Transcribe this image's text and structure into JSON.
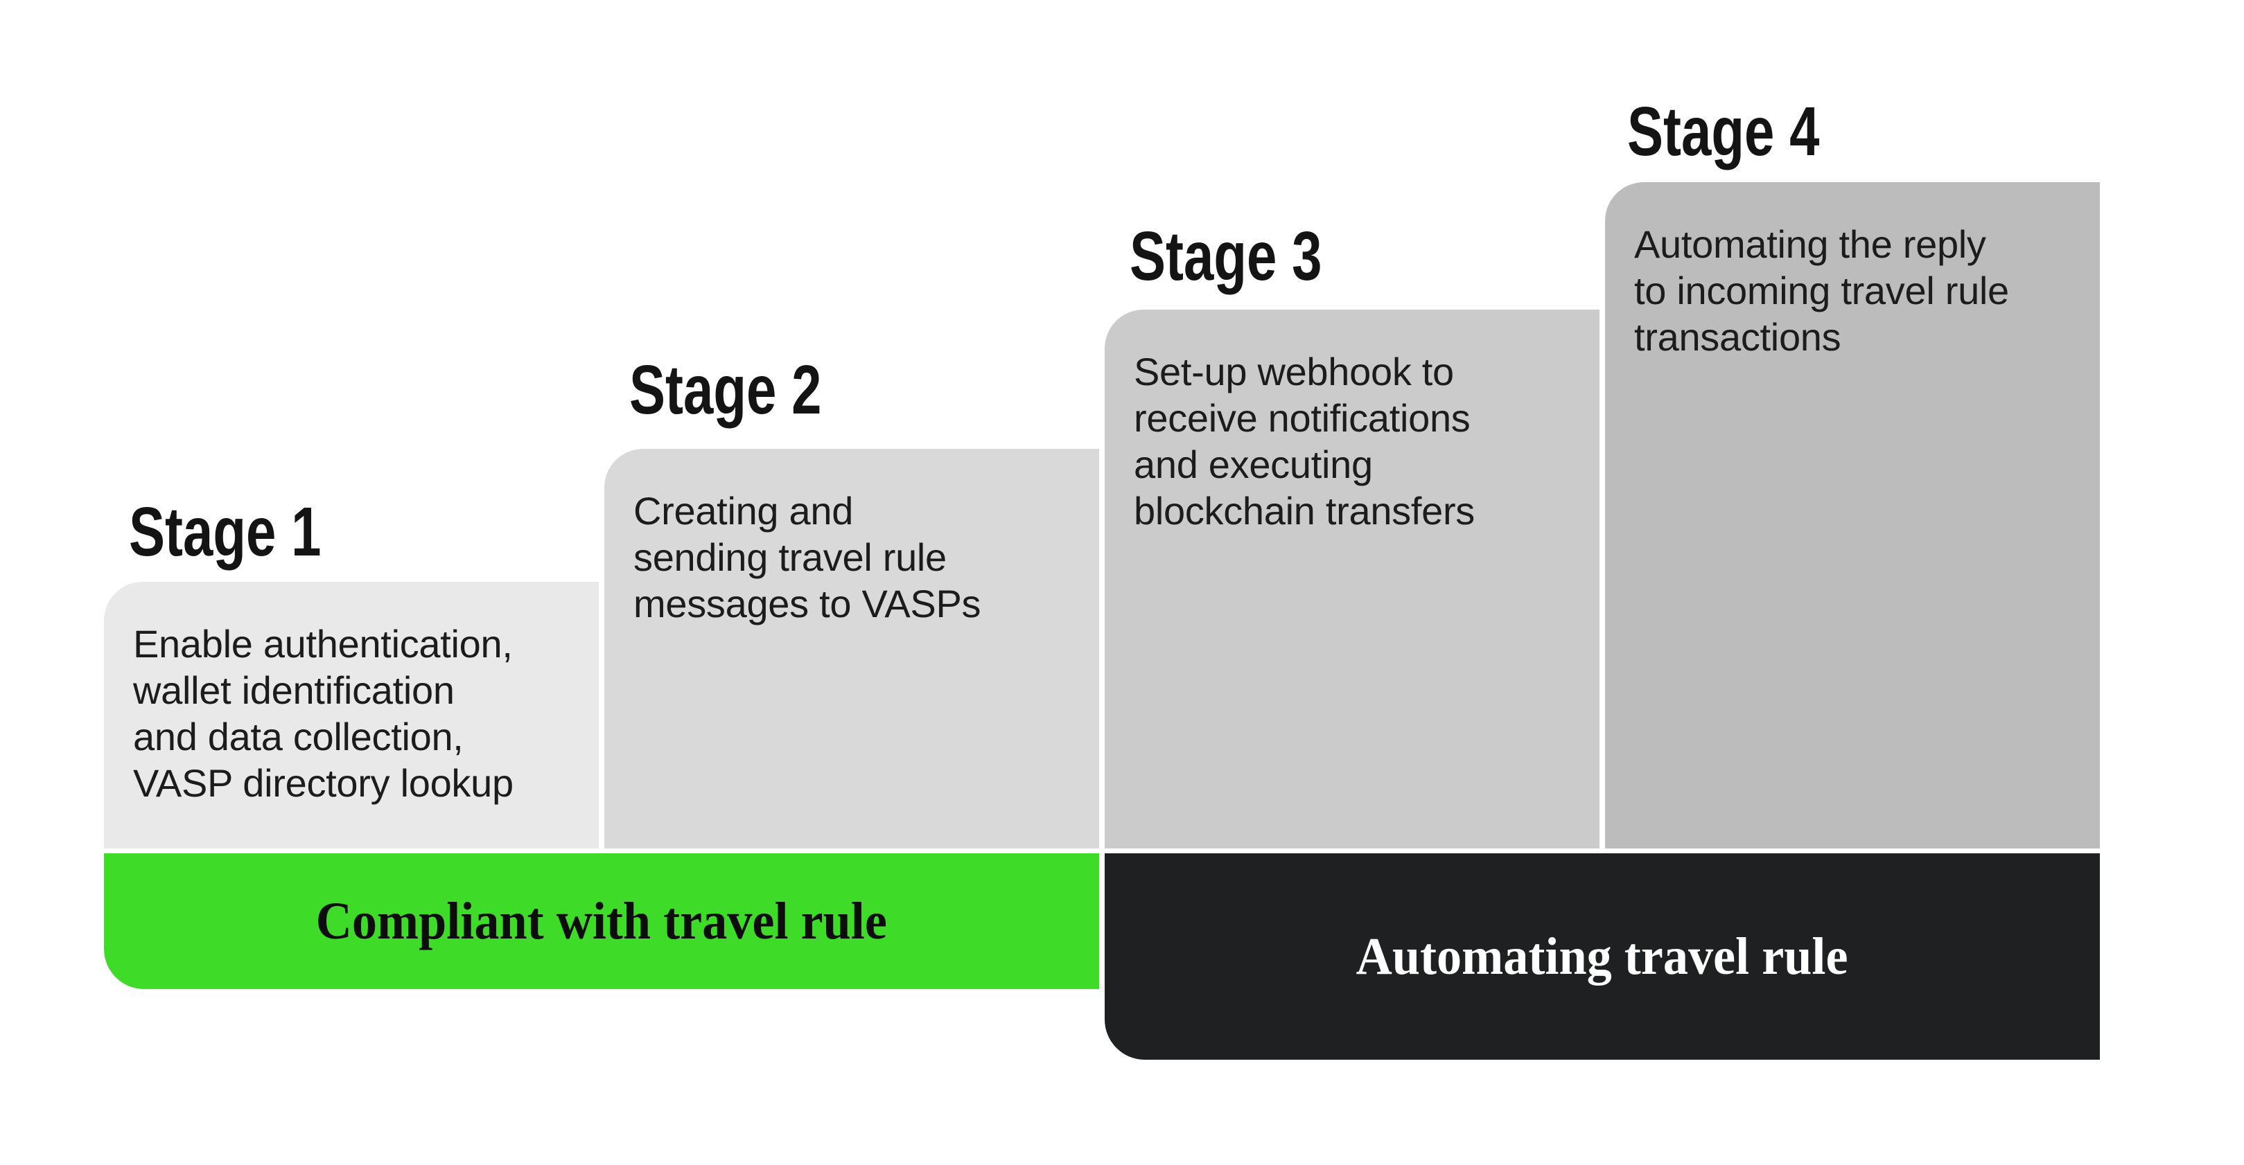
{
  "stages": [
    {
      "title": "Stage 1",
      "body": "Enable authentication,\nwallet identification\nand data collection,\nVASP directory lookup"
    },
    {
      "title": "Stage 2",
      "body": "Creating and\nsending travel rule\nmessages to VASPs"
    },
    {
      "title": "Stage 3",
      "body": "Set-up webhook to\nreceive notifications\nand executing\nblockchain transfers"
    },
    {
      "title": "Stage 4",
      "body": "Automating the reply\nto incoming travel rule\ntransactions"
    }
  ],
  "bars": {
    "compliant": {
      "label": "Compliant with travel rule"
    },
    "automating": {
      "label": "Automating travel rule"
    }
  },
  "colors": {
    "stage1_fill": "#e9e9e9",
    "stage2_fill": "#d9d9d9",
    "stage3_fill": "#cbcbcb",
    "stage4_fill": "#bcbcbc",
    "compliant_bar": "#3edc28",
    "automating_bar": "#1f2021",
    "heading_text": "#141414",
    "body_text": "#1c1c1c",
    "compliant_label_text": "#0d0d0d",
    "automating_label_text": "#ffffff"
  }
}
